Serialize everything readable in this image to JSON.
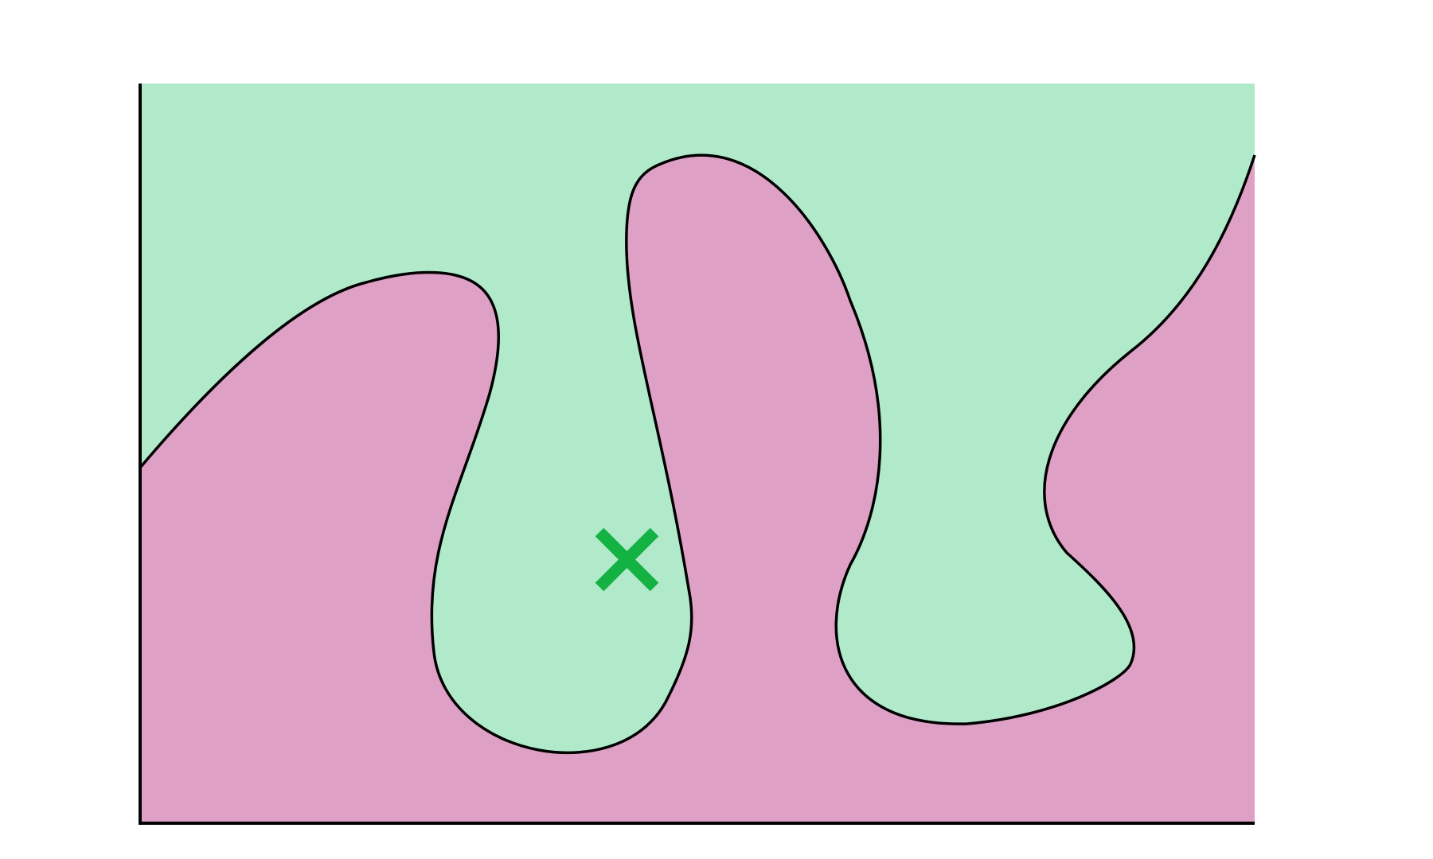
{
  "diagram": {
    "regions": [
      {
        "name": "upper-region",
        "color": "#b1e9cb"
      },
      {
        "name": "lower-region",
        "color": "#dfa0c5"
      }
    ],
    "boundary": {
      "color": "#000000"
    },
    "axes": {
      "color": "#000000",
      "sides": [
        "left",
        "bottom"
      ]
    },
    "marker": {
      "shape": "x",
      "color": "#14b143"
    }
  }
}
